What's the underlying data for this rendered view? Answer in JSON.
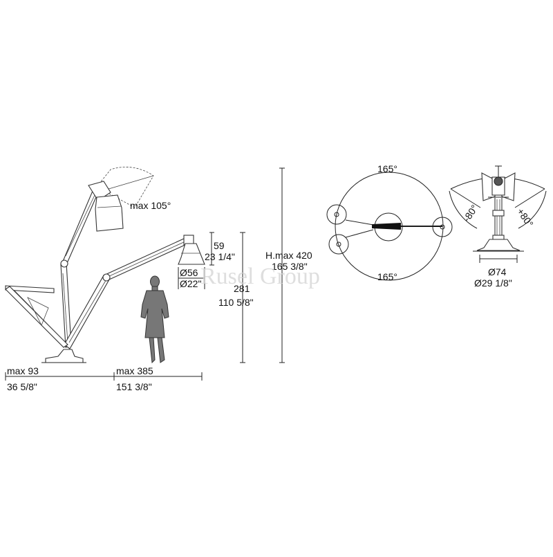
{
  "watermark": "Rusel Group",
  "side_view": {
    "tilt_angle": "max 105°",
    "shade_height_cm": "59",
    "shade_height_in": "23 1/4\"",
    "shade_diameter_cm": "Ø56",
    "shade_diameter_in": "Ø22\"",
    "height_cm": "281",
    "height_in": "110 5/8\"",
    "max_height_cm": "H.max 420",
    "max_height_in": "165 3/8\"",
    "rear_reach_cm": "max 93",
    "rear_reach_in": "36 5/8\"",
    "front_reach_cm": "max 385",
    "front_reach_in": "151 3/8\""
  },
  "top_view": {
    "rotation_top": "165°",
    "rotation_bottom": "165°"
  },
  "front_view": {
    "angle_left": "-80°",
    "angle_right": "+80°",
    "base_diameter_cm": "Ø74",
    "base_diameter_in": "Ø29 1/8\""
  }
}
